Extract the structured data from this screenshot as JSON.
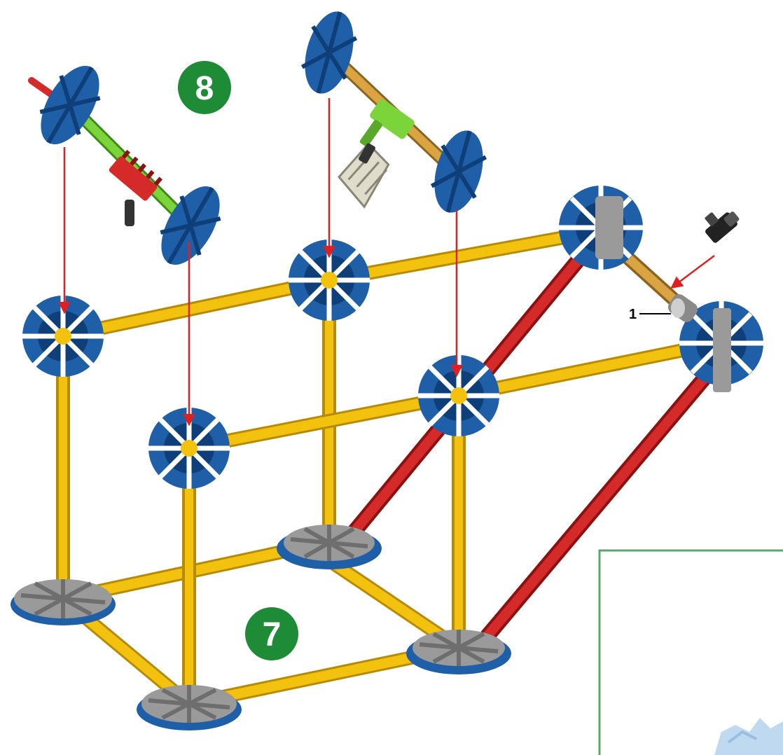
{
  "steps": {
    "step8_label": "8",
    "step7_label": "7"
  },
  "callout": {
    "quantity_label": "1"
  },
  "colors": {
    "connector_blue": "#1f5fa8",
    "connector_blue_dark": "#0f3f78",
    "rod_yellow": "#f2c20f",
    "rod_yellow_dark": "#b88a00",
    "rod_red": "#d42a2a",
    "rod_red_dark": "#8c1212",
    "rod_green": "#7ad43a",
    "rod_tan": "#d9a441",
    "connector_gray": "#9a9a9a",
    "step_badge_green": "#1e8c36",
    "arrow_red": "#e02020",
    "inset_border_green": "#5aa86a"
  },
  "icons": {
    "step8": "step-number-badge",
    "step7": "step-number-badge",
    "callout_part": "black-clip-part-icon"
  }
}
